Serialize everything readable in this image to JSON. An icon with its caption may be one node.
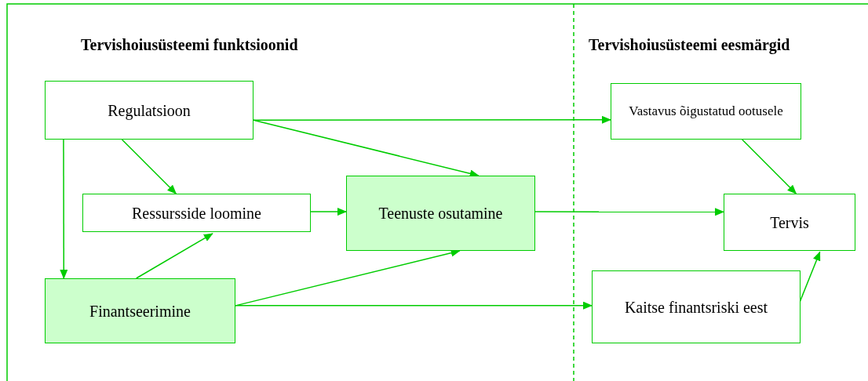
{
  "diagram": {
    "nodes": [
      {
        "text": [
          "Regulatsioon"
        ]
      },
      {
        "text": [
          "Ressursside loomine"
        ]
      },
      {
        "text": [
          "Teenuste osutamine"
        ]
      },
      {
        "text": [
          "Finantseerimine"
        ]
      },
      {
        "text": [
          "Vastavus õigustatud ootusele"
        ]
      },
      {
        "text": [
          "Tervis"
        ]
      },
      {
        "text": [
          "Kaitse finantsriski eest"
        ]
      }
    ],
    "edges": [
      {
        "from": 0,
        "to": 4,
        "arrow": "to"
      },
      {
        "from": 0,
        "to": 2,
        "arrow": "to"
      },
      {
        "from": 0,
        "to": 1,
        "arrow": "to"
      },
      {
        "from": 0,
        "to": 3,
        "arrow": "to"
      },
      {
        "from": 1,
        "to": 2,
        "arrow": "to"
      },
      {
        "from": 3,
        "to": 1,
        "arrow": "to"
      },
      {
        "from": 3,
        "to": 2,
        "arrow": "to"
      },
      {
        "from": 3,
        "to": 6,
        "arrow": "to"
      },
      {
        "from": 2,
        "to": 5,
        "arrow": "to"
      },
      {
        "from": 4,
        "to": 5,
        "arrow": "to"
      },
      {
        "from": 6,
        "to": 5,
        "arrow": "to"
      }
    ],
    "labels": [
      "Tervishoiusüsteemi funktsioonid",
      "Tervishoiusüsteemi eesmärgid"
    ]
  }
}
